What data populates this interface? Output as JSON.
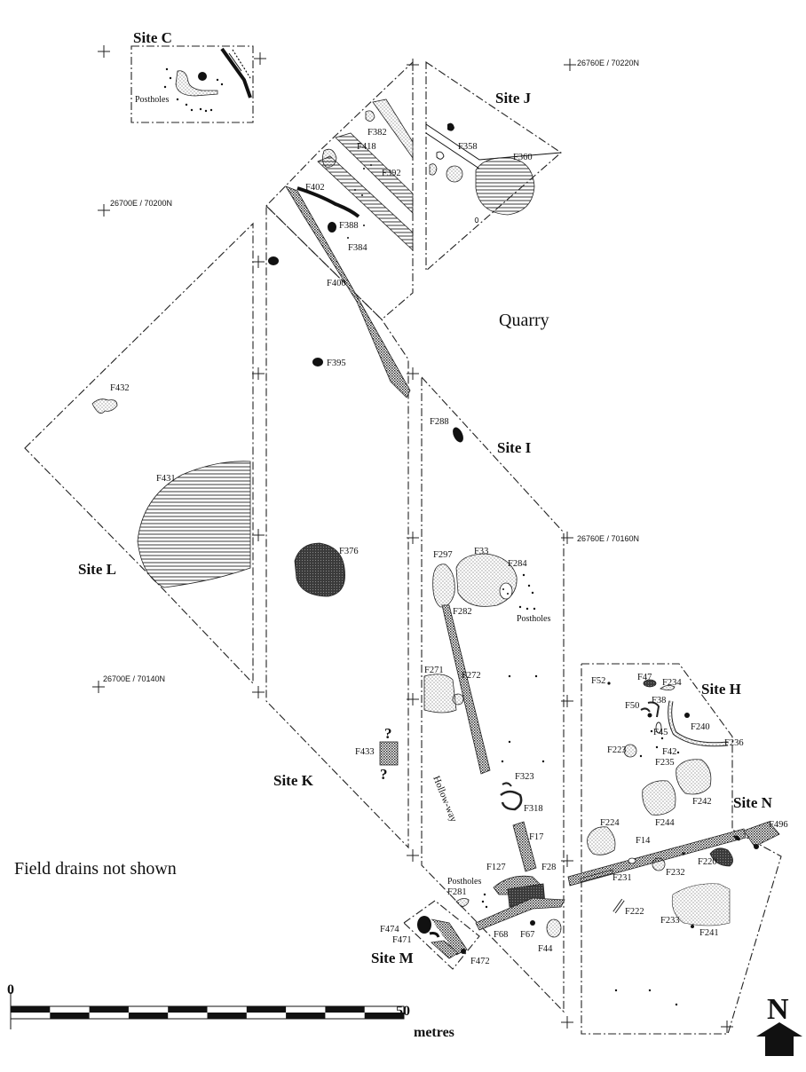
{
  "sites": {
    "c": "Site C",
    "j": "Site J",
    "i": "Site I",
    "l": "Site L",
    "k": "Site K",
    "h": "Site H",
    "n": "Site N",
    "m": "Site M"
  },
  "labels": {
    "quarry": "Quarry",
    "hollow_way": "Hollow-way",
    "postholes": "Postholes",
    "field_drains": "Field drains not shown",
    "question": "?"
  },
  "coordinates": {
    "ne_top": "26760E / 70220N",
    "nw_200": "26700E / 70200N",
    "ne_160": "26760E / 70160N",
    "nw_140": "26700E / 70140N"
  },
  "features": {
    "f382": "F382",
    "f418": "F418",
    "f392": "F392",
    "f402": "F402",
    "f388": "F388",
    "f384": "F384",
    "f400": "F400",
    "f395": "F395",
    "f358": "F358",
    "f360": "F360",
    "f432": "F432",
    "f431": "F431",
    "f376": "F376",
    "f288": "F288",
    "f297": "F297",
    "f33": "F33",
    "f284": "F284",
    "f282": "F282",
    "f271": "F271",
    "f272": "F272",
    "f433": "F433",
    "f323": "F323",
    "f318": "F318",
    "f17": "F17",
    "f127": "F127",
    "f28": "F28",
    "f281": "F281",
    "f68": "F68",
    "f67": "F67",
    "f44": "F44",
    "f474": "F474",
    "f471": "F471",
    "f472": "F472",
    "f52": "F52",
    "f47": "F47",
    "f234": "F234",
    "f50": "F50",
    "f38": "F38",
    "f45": "F45",
    "f240": "F240",
    "f236": "F236",
    "f223": "F223",
    "f42": "F42",
    "f235": "F235",
    "f242": "F242",
    "f244": "F244",
    "f224": "F224",
    "f14": "F14",
    "f496": "F496",
    "f220": "F220",
    "f232": "F232",
    "f231": "F231",
    "f222": "F222",
    "f233": "F233",
    "f241": "F241"
  },
  "scale": {
    "start": "0",
    "end": "50",
    "unit": "metres",
    "length_m": 50
  },
  "north": {
    "label": "N"
  }
}
